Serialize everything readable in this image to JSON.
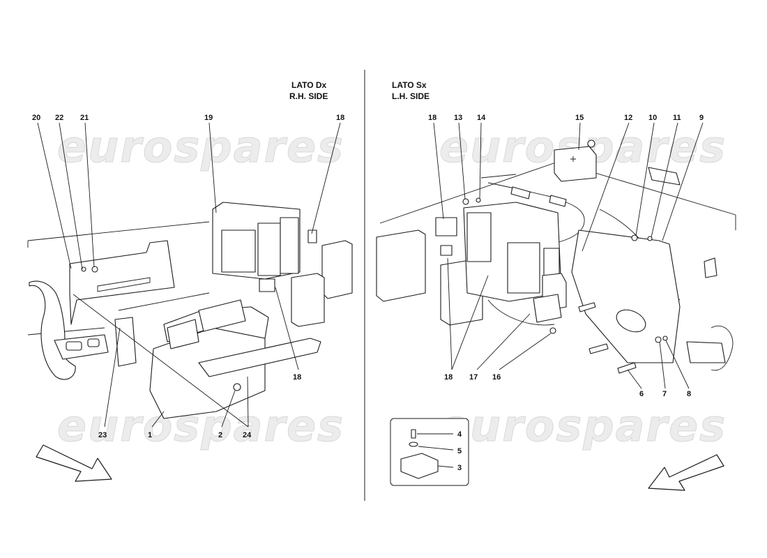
{
  "watermark": "eurospares",
  "right_side": {
    "title_it": "LATO Dx",
    "title_en": "R.H. SIDE",
    "callouts": [
      "20",
      "22",
      "21",
      "19",
      "18",
      "18",
      "23",
      "1",
      "2",
      "24"
    ]
  },
  "left_side": {
    "title_it": "LATO Sx",
    "title_en": "L.H. SIDE",
    "callouts": [
      "18",
      "13",
      "14",
      "15",
      "12",
      "10",
      "11",
      "9",
      "18",
      "17",
      "16",
      "6",
      "7",
      "8"
    ]
  },
  "inset": {
    "callouts": [
      "4",
      "5",
      "3"
    ]
  },
  "icons": {
    "direction_arrow_right": "arrow-down-right-icon",
    "direction_arrow_left": "arrow-down-left-icon"
  }
}
